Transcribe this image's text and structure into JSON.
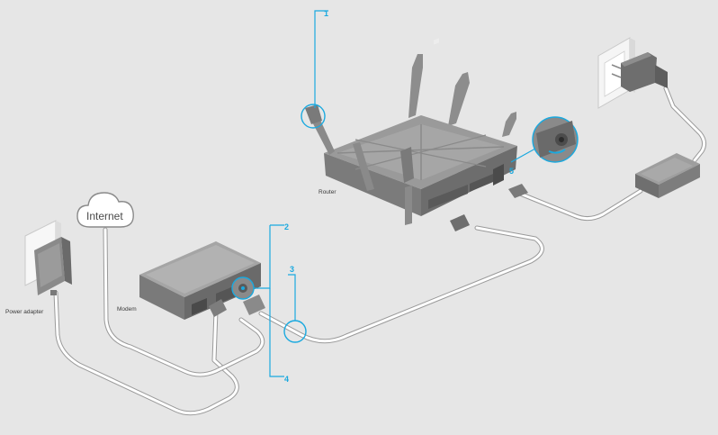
{
  "labels": {
    "router": "Router",
    "modem": "Modem",
    "power_adapter": "Power adapter",
    "internet": "Internet"
  },
  "callouts": [
    "1",
    "2",
    "3",
    "4",
    "5"
  ],
  "colors": {
    "background": "#e6e6e6",
    "device_dark": "#8a8a8a",
    "device_light": "#b5b5b5",
    "cable": "#9a9a9a",
    "callout": "#1aa9df"
  }
}
